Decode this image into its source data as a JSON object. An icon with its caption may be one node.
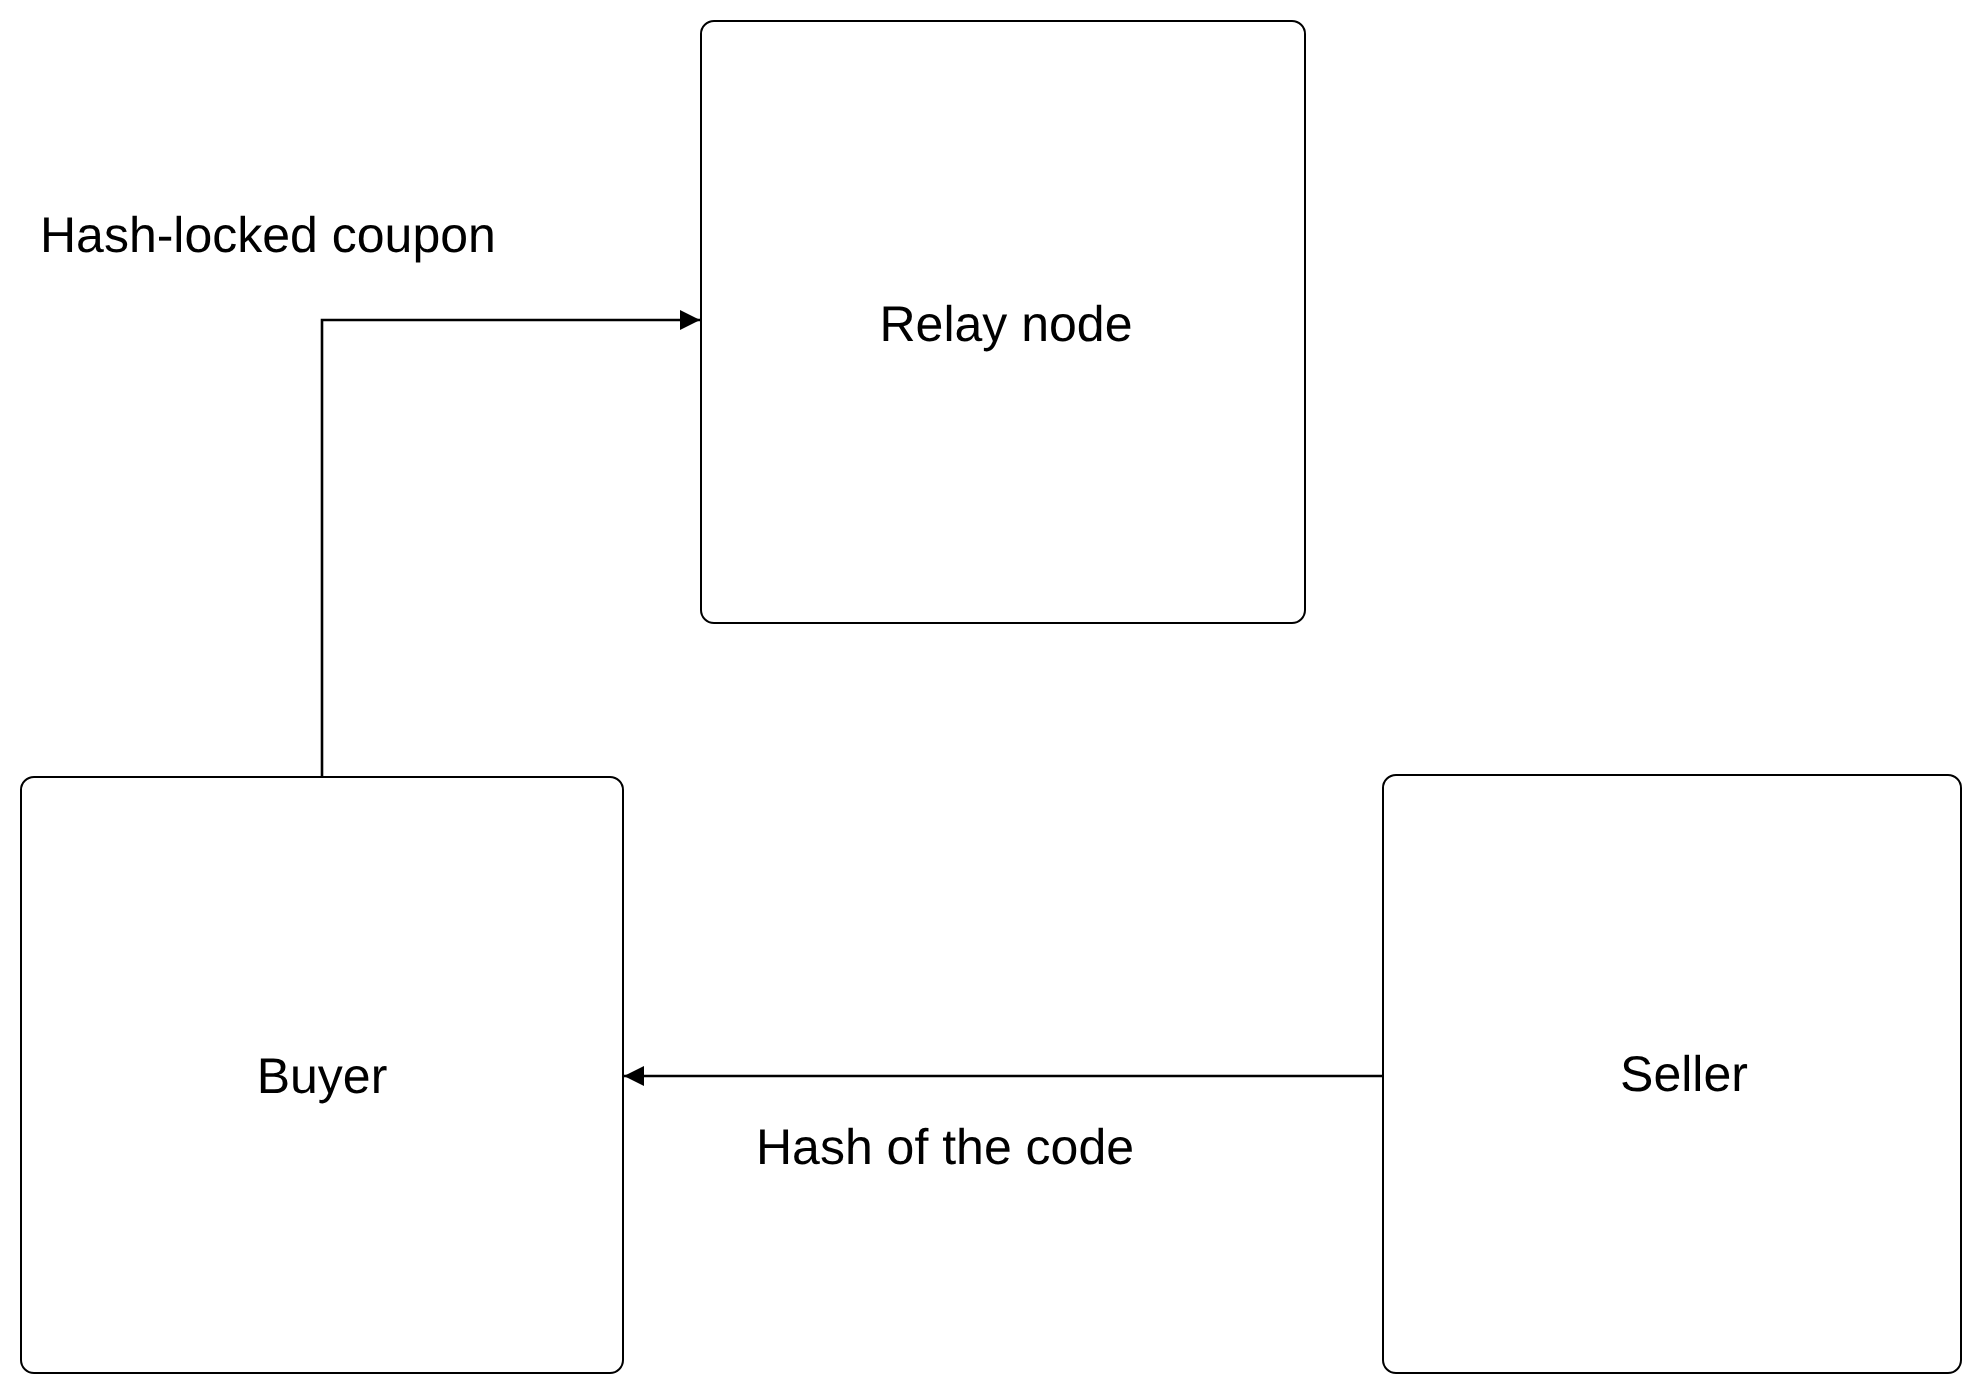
{
  "diagram": {
    "nodes": [
      {
        "text": [
          "Relay node"
        ]
      },
      {
        "text": [
          "Buyer"
        ]
      },
      {
        "text": [
          "Seller"
        ]
      }
    ],
    "edges": [
      {
        "from": 1,
        "to": 0,
        "arrow": "to",
        "label": "Hash-locked coupon"
      },
      {
        "from": 2,
        "to": 1,
        "arrow": "to",
        "label": "Hash of the code"
      }
    ]
  }
}
